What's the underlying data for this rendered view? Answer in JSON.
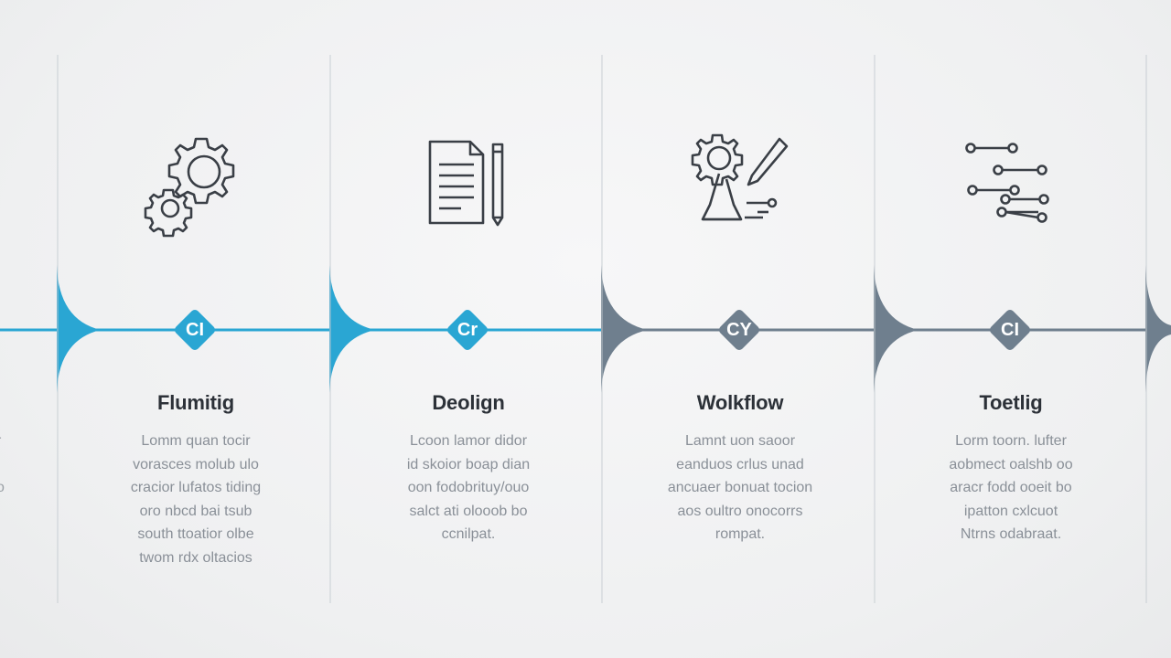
{
  "colors": {
    "blue": "#2aa6d3",
    "slate": "#6f7f8e",
    "title": "#2c3138",
    "body_text": "#8a9098",
    "icon_stroke": "#3a3f46"
  },
  "edge_fragments": [
    "r",
    "o"
  ],
  "steps": [
    {
      "badge": "CI",
      "title": "Flumitig",
      "icon": "gears-icon",
      "accent": "blue",
      "lines": [
        "Lomm quan tocir",
        "vorasces molub ulo",
        "cracior lufatos tiding",
        "oro nbcd bai tsub",
        "south ttoatior olbe",
        "twom rdx oltacios"
      ]
    },
    {
      "badge": "Cr",
      "title": "Deolign",
      "icon": "document-pencil-icon",
      "accent": "blue",
      "lines": [
        "Lcoon lamor didor",
        "id skoior boap dian",
        "oon fodobrituy/ouo",
        "salct ati olooob bo",
        "ccnilpat."
      ]
    },
    {
      "badge": "CY",
      "title": "Wolkflow",
      "icon": "gear-pencil-flask-icon",
      "accent": "slate",
      "lines": [
        "Lamnt uon saoor",
        "eanduos crlus unad",
        "ancuaer bonuat tocion",
        "aos oultro onocorrs",
        "rompat."
      ]
    },
    {
      "badge": "CI",
      "title": "Toetlig",
      "icon": "network-nodes-icon",
      "accent": "slate",
      "lines": [
        "Lorm toorn. lufter",
        "aobmect oalshb oo",
        "aracr fodd ooeit bo",
        "ipatton cxlcuot",
        "Ntrns odabraat."
      ]
    }
  ]
}
